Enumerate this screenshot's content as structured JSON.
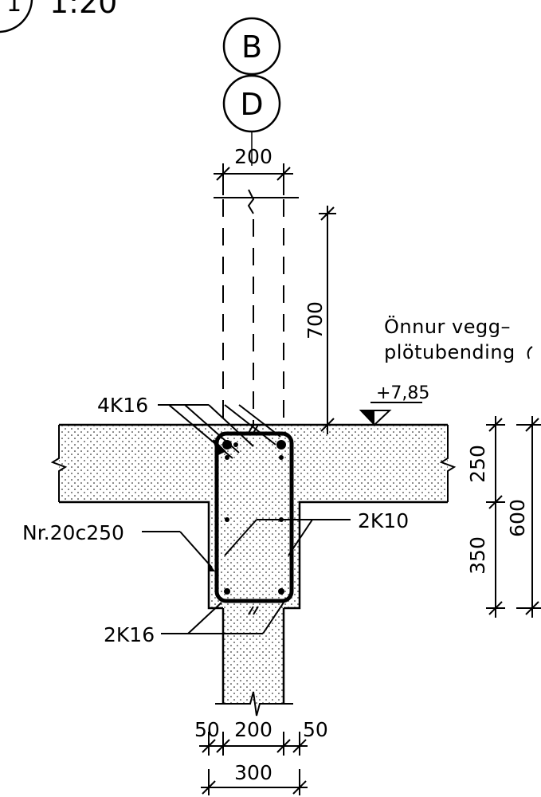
{
  "header": {
    "detail_number": "1",
    "scale": "1:20"
  },
  "grid_bubbles": [
    "B",
    "D"
  ],
  "dimensions": {
    "wall_width": "200",
    "wall_height": "700",
    "slab_thickness": "250",
    "beam_drop": "350",
    "total_depth": "600",
    "bottom_left": "50",
    "bottom_mid": "200",
    "bottom_right": "50",
    "bottom_total": "300"
  },
  "level": "+7,85",
  "note": {
    "line1": "Önnur vegg–",
    "line2": "plötubending"
  },
  "rebar_labels": {
    "top_bars": "4K16",
    "stirrups": "Nr.20c250",
    "side_bars": "2K10",
    "bottom_bars": "2K16"
  },
  "colors": {
    "ink": "#000000",
    "paper": "#ffffff"
  }
}
